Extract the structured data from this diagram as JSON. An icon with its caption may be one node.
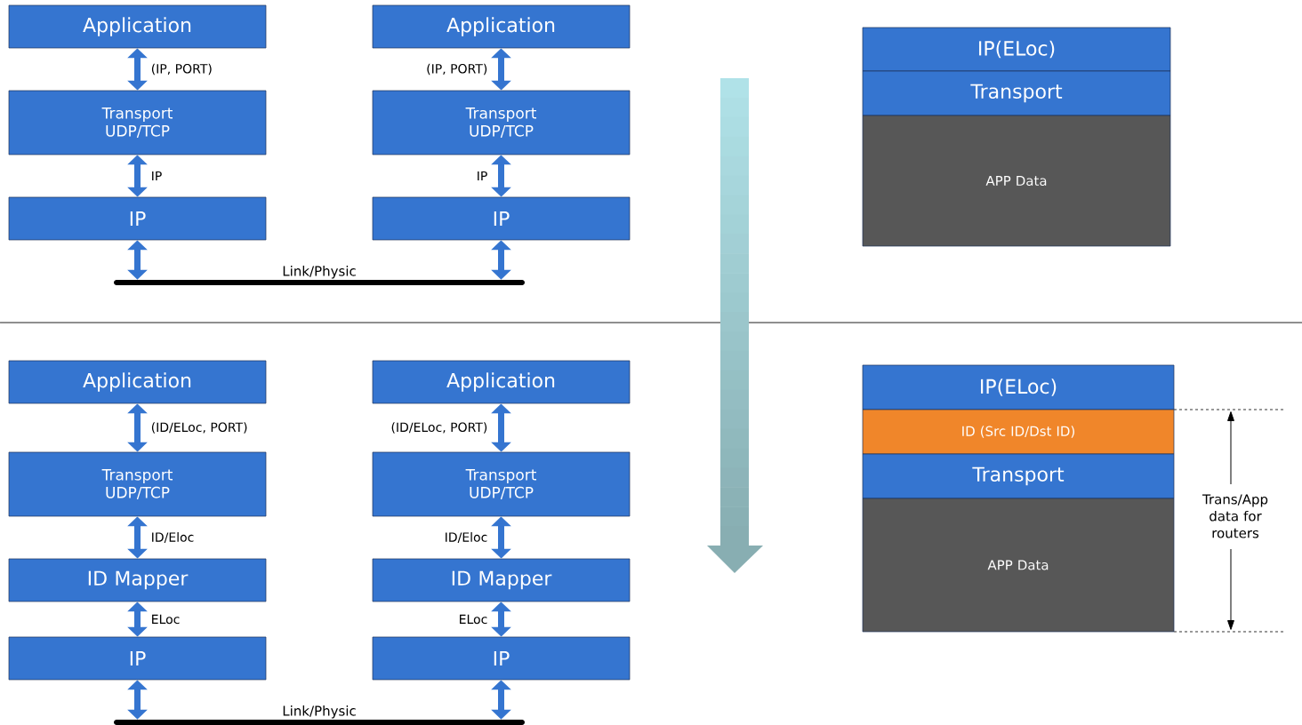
{
  "diagram": {
    "nodes": [
      {
        "text": [
          "Application"
        ]
      },
      {
        "text": [
          "Transport UDP/TCP"
        ]
      },
      {
        "text": [
          "IP"
        ]
      },
      {
        "text": [
          "Application"
        ]
      },
      {
        "text": [
          "Transport UDP/TCP"
        ]
      },
      {
        "text": [
          "IP"
        ]
      },
      {
        "text": [
          "Link/Physic"
        ]
      },
      {
        "text": [
          "IP(ELoc)"
        ]
      },
      {
        "text": [
          "Transport"
        ]
      },
      {
        "text": [
          "APP Data"
        ]
      },
      {
        "text": [
          "Application"
        ]
      },
      {
        "text": [
          "Transport UDP/TCP"
        ]
      },
      {
        "text": [
          "ID Mapper"
        ]
      },
      {
        "text": [
          "IP"
        ]
      },
      {
        "text": [
          "Application"
        ]
      },
      {
        "text": [
          "Transport UDP/TCP"
        ]
      },
      {
        "text": [
          "ID Mapper"
        ]
      },
      {
        "text": [
          "IP"
        ]
      },
      {
        "text": [
          "Link/Physic"
        ]
      },
      {
        "text": [
          "IP(ELoc)"
        ]
      },
      {
        "text": [
          "ID (Src ID/Dst ID)"
        ]
      },
      {
        "text": [
          "Transport"
        ]
      },
      {
        "text": [
          "APP Data"
        ]
      }
    ],
    "edges": [
      {
        "from": 0,
        "to": 1,
        "arrow": "both",
        "label": "(IP, PORT)"
      },
      {
        "from": 1,
        "to": 2,
        "arrow": "both",
        "label": "IP"
      },
      {
        "from": 2,
        "to": 6,
        "arrow": "both"
      },
      {
        "from": 3,
        "to": 4,
        "arrow": "both",
        "label": "(IP, PORT)"
      },
      {
        "from": 4,
        "to": 5,
        "arrow": "both",
        "label": "IP"
      },
      {
        "from": 5,
        "to": 6,
        "arrow": "both"
      },
      {
        "from": 10,
        "to": 11,
        "arrow": "both",
        "label": "(ID/ELoc, PORT)"
      },
      {
        "from": 11,
        "to": 12,
        "arrow": "both",
        "label": "ID/Eloc"
      },
      {
        "from": 12,
        "to": 13,
        "arrow": "both",
        "label": "ELoc"
      },
      {
        "from": 13,
        "to": 18,
        "arrow": "both"
      },
      {
        "from": 14,
        "to": 15,
        "arrow": "both",
        "label": "(ID/ELoc, PORT)"
      },
      {
        "from": 15,
        "to": 16,
        "arrow": "both",
        "label": "ID/Eloc"
      },
      {
        "from": 16,
        "to": 17,
        "arrow": "both",
        "label": "ELoc"
      },
      {
        "from": 17,
        "to": 18,
        "arrow": "both"
      }
    ],
    "labels": [
      "Trans/App data for routers"
    ]
  }
}
